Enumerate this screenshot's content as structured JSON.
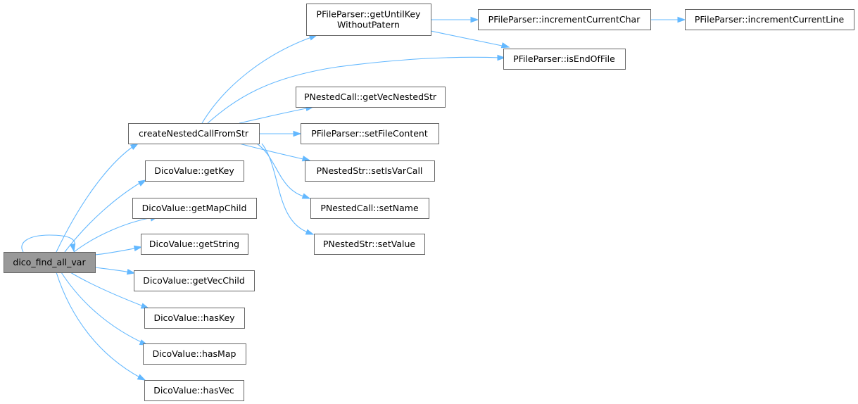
{
  "graph": {
    "accent_color": "#63b8ff",
    "root_fill": "#999999",
    "nodes": [
      {
        "id": "root",
        "lines": [
          "dico_find_all_var"
        ]
      },
      {
        "id": "createNested",
        "lines": [
          "createNestedCallFromStr"
        ]
      },
      {
        "id": "getKey",
        "lines": [
          "DicoValue::getKey"
        ]
      },
      {
        "id": "getMapChild",
        "lines": [
          "DicoValue::getMapChild"
        ]
      },
      {
        "id": "getString",
        "lines": [
          "DicoValue::getString"
        ]
      },
      {
        "id": "getVecChild",
        "lines": [
          "DicoValue::getVecChild"
        ]
      },
      {
        "id": "hasKey",
        "lines": [
          "DicoValue::hasKey"
        ]
      },
      {
        "id": "hasMap",
        "lines": [
          "DicoValue::hasMap"
        ]
      },
      {
        "id": "hasVec",
        "lines": [
          "DicoValue::hasVec"
        ]
      },
      {
        "id": "getUntilKey",
        "lines": [
          "PFileParser::getUntilKey",
          "WithoutPatern"
        ]
      },
      {
        "id": "incCurChar",
        "lines": [
          "PFileParser::incrementCurrentChar"
        ]
      },
      {
        "id": "incCurLine",
        "lines": [
          "PFileParser::incrementCurrentLine"
        ]
      },
      {
        "id": "isEndOfFile",
        "lines": [
          "PFileParser::isEndOfFile"
        ]
      },
      {
        "id": "getVecNestedStr",
        "lines": [
          "PNestedCall::getVecNestedStr"
        ]
      },
      {
        "id": "setFileContent",
        "lines": [
          "PFileParser::setFileContent"
        ]
      },
      {
        "id": "setIsVarCall",
        "lines": [
          "PNestedStr::setIsVarCall"
        ]
      },
      {
        "id": "setName",
        "lines": [
          "PNestedCall::setName"
        ]
      },
      {
        "id": "setValue",
        "lines": [
          "PNestedStr::setValue"
        ]
      }
    ],
    "edges": [
      {
        "from": "root",
        "to": "root"
      },
      {
        "from": "root",
        "to": "createNested"
      },
      {
        "from": "root",
        "to": "getKey"
      },
      {
        "from": "root",
        "to": "getMapChild"
      },
      {
        "from": "root",
        "to": "getString"
      },
      {
        "from": "root",
        "to": "getVecChild"
      },
      {
        "from": "root",
        "to": "hasKey"
      },
      {
        "from": "root",
        "to": "hasMap"
      },
      {
        "from": "root",
        "to": "hasVec"
      },
      {
        "from": "createNested",
        "to": "getUntilKey"
      },
      {
        "from": "createNested",
        "to": "isEndOfFile"
      },
      {
        "from": "createNested",
        "to": "getVecNestedStr"
      },
      {
        "from": "createNested",
        "to": "setFileContent"
      },
      {
        "from": "createNested",
        "to": "setIsVarCall"
      },
      {
        "from": "createNested",
        "to": "setName"
      },
      {
        "from": "createNested",
        "to": "setValue"
      },
      {
        "from": "getUntilKey",
        "to": "incCurChar"
      },
      {
        "from": "getUntilKey",
        "to": "isEndOfFile"
      },
      {
        "from": "incCurChar",
        "to": "incCurLine"
      }
    ]
  }
}
